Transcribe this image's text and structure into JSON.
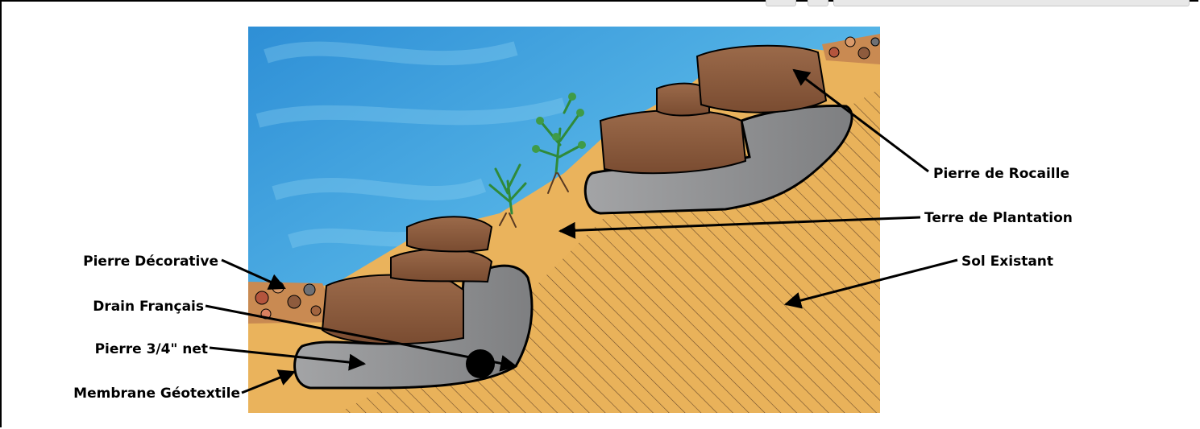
{
  "labels": {
    "pierre_rocaille": "Pierre de Rocaille",
    "terre_plantation": "Terre de Plantation",
    "sol_existant": "Sol Existant",
    "pierre_decorative": "Pierre Décorative",
    "drain_francais": "Drain Français",
    "pierre_net": "Pierre 3/4\" net",
    "membrane": "Membrane Géotextile"
  },
  "colors": {
    "sky": "#3fa3dc",
    "soil": "#e9b25a",
    "rock": "#8a5a3c",
    "gravel": "#8f9092",
    "outline": "#000000"
  }
}
